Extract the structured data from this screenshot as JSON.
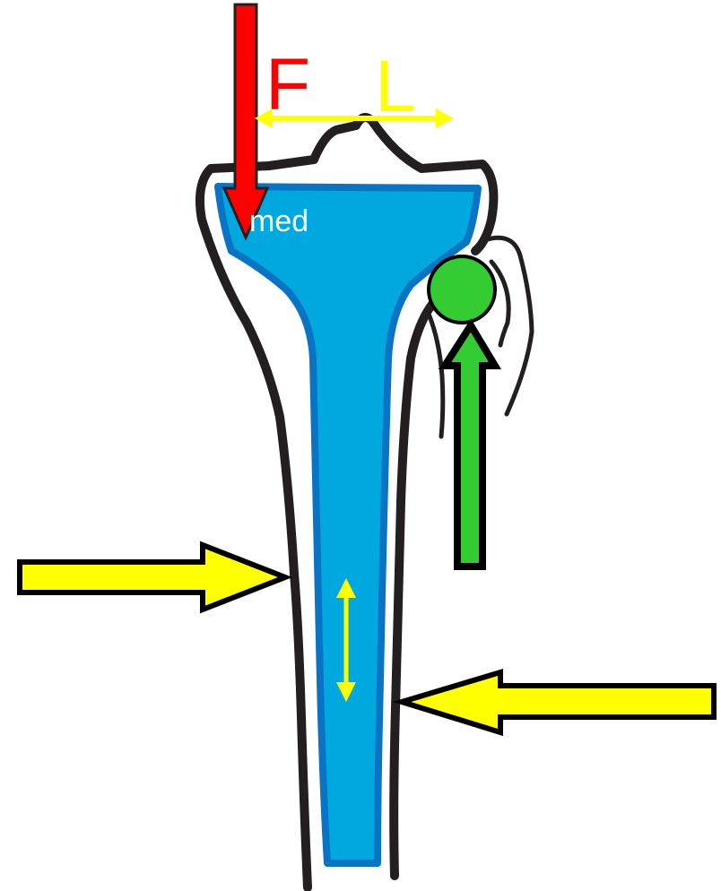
{
  "labels": {
    "force": "F",
    "length": "L",
    "medial": "med"
  },
  "colors": {
    "background": "#ffffff",
    "bone_outline": "#231f20",
    "implant_fill": "#00a8e0",
    "implant_edge": "#0a74c4",
    "force_arrow": "#ff0000",
    "length_arrow": "#ffff00",
    "lateral_arrows": "#ffff00",
    "muscle_arrow": "#33cc33",
    "arrow_outline": "#000000",
    "medial_label": "#ffffff"
  },
  "icons": [
    "red-force-arrow",
    "yellow-length-arrow",
    "yellow-lateral-arrow-left",
    "yellow-lateral-arrow-right",
    "green-pull-arrow",
    "green-pivot-circle",
    "yellow-vertical-double-arrow"
  ]
}
